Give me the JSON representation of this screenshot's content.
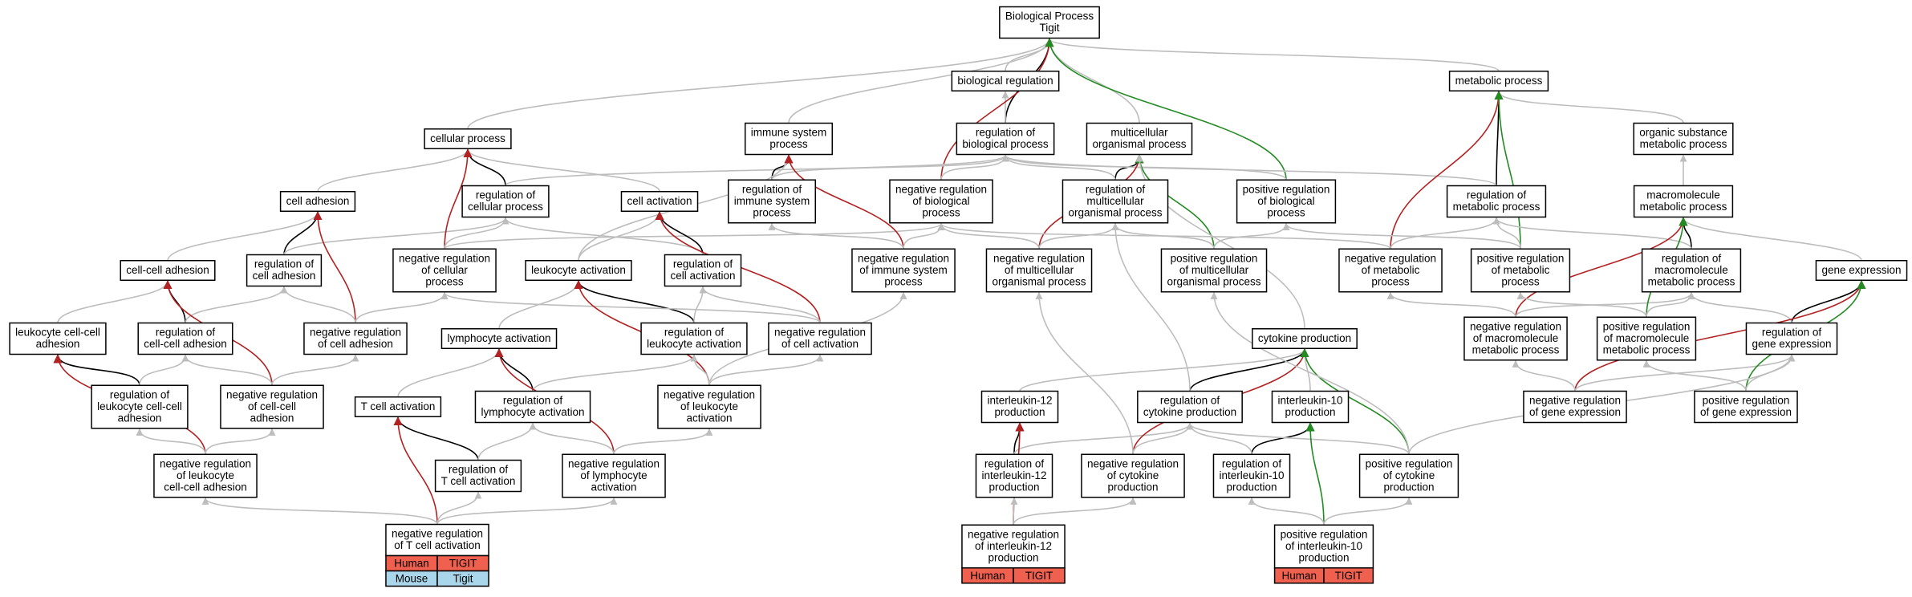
{
  "colors": {
    "is_a": "#bdbdbd",
    "regulates": "#000000",
    "negatively_regulates": "#b22222",
    "positively_regulates": "#228b22",
    "human": "#f0604e",
    "mouse": "#a9d6ea"
  },
  "nodes": {
    "bp": [
      "Biological Process",
      "Tigit"
    ],
    "breg": [
      "biological regulation"
    ],
    "meta": [
      "metabolic process"
    ],
    "cellp": [
      "cellular process"
    ],
    "immune": [
      "immune system",
      "process"
    ],
    "regbp": [
      "regulation of",
      "biological process"
    ],
    "multi": [
      "multicellular",
      "organismal process"
    ],
    "orgsub": [
      "organic substance",
      "metabolic process"
    ],
    "celladh": [
      "cell adhesion"
    ],
    "regcellp": [
      "regulation of",
      "cellular process"
    ],
    "cellact": [
      "cell activation"
    ],
    "regimm": [
      "regulation of",
      "immune system",
      "process"
    ],
    "negregbp": [
      "negative regulation",
      "of biological",
      "process"
    ],
    "regmulti": [
      "regulation of",
      "multicellular",
      "organismal process"
    ],
    "posregbp": [
      "positive regulation",
      "of biological",
      "process"
    ],
    "regmeta": [
      "regulation of",
      "metabolic process"
    ],
    "macro": [
      "macromolecule",
      "metabolic process"
    ],
    "ccadh": [
      "cell-cell adhesion"
    ],
    "regcelladh": [
      "regulation of",
      "cell adhesion"
    ],
    "negregcellp": [
      "negative regulation",
      "of cellular",
      "process"
    ],
    "leukact": [
      "leukocyte activation"
    ],
    "regcellact": [
      "regulation of",
      "cell activation"
    ],
    "negregimm": [
      "negative regulation",
      "of immune system",
      "process"
    ],
    "negregmulti": [
      "negative regulation",
      "of multicellular",
      "organismal process"
    ],
    "posregmulti": [
      "positive regulation",
      "of multicellular",
      "organismal process"
    ],
    "negregmeta": [
      "negative regulation",
      "of metabolic",
      "process"
    ],
    "posregmeta": [
      "positive regulation",
      "of metabolic",
      "process"
    ],
    "regmacro": [
      "regulation of",
      "macromolecule",
      "metabolic process"
    ],
    "geneexp": [
      "gene expression"
    ],
    "leukccadh": [
      "leukocyte cell-cell",
      "adhesion"
    ],
    "regccadh": [
      "regulation of",
      "cell-cell adhesion"
    ],
    "negregcelladh": [
      "negative regulation",
      "of cell adhesion"
    ],
    "lymphact": [
      "lymphocyte activation"
    ],
    "regleukact": [
      "regulation of",
      "leukocyte activation"
    ],
    "negregcellact": [
      "negative regulation",
      "of cell activation"
    ],
    "cytoprod": [
      "cytokine production"
    ],
    "negregmacro": [
      "negative regulation",
      "of macromolecule",
      "metabolic process"
    ],
    "posregmacro": [
      "positive regulation",
      "of macromolecule",
      "metabolic process"
    ],
    "reggeneexp": [
      "regulation of",
      "gene expression"
    ],
    "regleukccadh": [
      "regulation of",
      "leukocyte cell-cell",
      "adhesion"
    ],
    "negregccadh": [
      "negative regulation",
      "of cell-cell",
      "adhesion"
    ],
    "tcellact": [
      "T cell activation"
    ],
    "reglymphact": [
      "regulation of",
      "lymphocyte activation"
    ],
    "negregleukact": [
      "negative regulation",
      "of leukocyte",
      "activation"
    ],
    "il12prod": [
      "interleukin-12",
      "production"
    ],
    "regcytoprod": [
      "regulation of",
      "cytokine production"
    ],
    "il10prod": [
      "interleukin-10",
      "production"
    ],
    "negreggeneexp": [
      "negative regulation",
      "of gene expression"
    ],
    "posreggeneexp": [
      "positive regulation",
      "of gene expression"
    ],
    "negregleukccadh": [
      "negative regulation",
      "of leukocyte",
      "cell-cell adhesion"
    ],
    "regtcellact": [
      "regulation of",
      "T cell activation"
    ],
    "negreglymphact": [
      "negative regulation",
      "of lymphocyte",
      "activation"
    ],
    "regil12": [
      "regulation of",
      "interleukin-12",
      "production"
    ],
    "negregcytoprod": [
      "negative regulation",
      "of cytokine",
      "production"
    ],
    "regil10": [
      "regulation of",
      "interleukin-10",
      "production"
    ],
    "posregcytoprod": [
      "positive regulation",
      "of cytokine",
      "production"
    ],
    "negregtcellact": [
      "negative regulation",
      "of T cell activation"
    ],
    "negregil12": [
      "negative regulation",
      "of interleukin-12",
      "production"
    ],
    "posregil10": [
      "positive regulation",
      "of interleukin-10",
      "production"
    ]
  },
  "annotations": {
    "negregtcellact": [
      [
        "Human",
        "TIGIT"
      ],
      [
        "Mouse",
        "Tigit"
      ]
    ],
    "negregil12": [
      [
        "Human",
        "TIGIT"
      ]
    ],
    "posregil10": [
      [
        "Human",
        "TIGIT"
      ]
    ]
  },
  "edges": [
    [
      "breg",
      "bp",
      "is_a"
    ],
    [
      "meta",
      "bp",
      "is_a"
    ],
    [
      "cellp",
      "bp",
      "is_a"
    ],
    [
      "immune",
      "bp",
      "is_a"
    ],
    [
      "regbp",
      "bp",
      "regulates"
    ],
    [
      "regbp",
      "breg",
      "is_a"
    ],
    [
      "multi",
      "bp",
      "is_a"
    ],
    [
      "negregbp",
      "bp",
      "negatively_regulates"
    ],
    [
      "posregbp",
      "bp",
      "positively_regulates"
    ],
    [
      "orgsub",
      "meta",
      "is_a"
    ],
    [
      "macro",
      "orgsub",
      "is_a"
    ],
    [
      "celladh",
      "cellp",
      "is_a"
    ],
    [
      "regcellp",
      "cellp",
      "regulates"
    ],
    [
      "regcellp",
      "regbp",
      "is_a"
    ],
    [
      "cellact",
      "cellp",
      "is_a"
    ],
    [
      "regimm",
      "immune",
      "regulates"
    ],
    [
      "regimm",
      "regbp",
      "is_a"
    ],
    [
      "negregbp",
      "regbp",
      "is_a"
    ],
    [
      "regmulti",
      "multi",
      "regulates"
    ],
    [
      "regmulti",
      "regbp",
      "is_a"
    ],
    [
      "posregbp",
      "regbp",
      "is_a"
    ],
    [
      "regmeta",
      "meta",
      "regulates"
    ],
    [
      "regmeta",
      "regbp",
      "is_a"
    ],
    [
      "ccadh",
      "celladh",
      "is_a"
    ],
    [
      "regcelladh",
      "celladh",
      "regulates"
    ],
    [
      "regcelladh",
      "regcellp",
      "is_a"
    ],
    [
      "negregcellp",
      "cellp",
      "negatively_regulates"
    ],
    [
      "negregcellp",
      "regcellp",
      "is_a"
    ],
    [
      "negregcellp",
      "negregbp",
      "is_a"
    ],
    [
      "leukact",
      "cellact",
      "is_a"
    ],
    [
      "leukact",
      "immune",
      "is_a"
    ],
    [
      "regcellact",
      "cellact",
      "regulates"
    ],
    [
      "regcellact",
      "regcellp",
      "is_a"
    ],
    [
      "negregimm",
      "immune",
      "negatively_regulates"
    ],
    [
      "negregimm",
      "regimm",
      "is_a"
    ],
    [
      "negregimm",
      "negregbp",
      "is_a"
    ],
    [
      "negregmulti",
      "multi",
      "negatively_regulates"
    ],
    [
      "negregmulti",
      "regmulti",
      "is_a"
    ],
    [
      "negregmulti",
      "negregbp",
      "is_a"
    ],
    [
      "posregmulti",
      "multi",
      "positively_regulates"
    ],
    [
      "posregmulti",
      "regmulti",
      "is_a"
    ],
    [
      "posregmulti",
      "posregbp",
      "is_a"
    ],
    [
      "negregmeta",
      "meta",
      "negatively_regulates"
    ],
    [
      "negregmeta",
      "regmeta",
      "is_a"
    ],
    [
      "negregmeta",
      "negregbp",
      "is_a"
    ],
    [
      "posregmeta",
      "meta",
      "positively_regulates"
    ],
    [
      "posregmeta",
      "regmeta",
      "is_a"
    ],
    [
      "posregmeta",
      "posregbp",
      "is_a"
    ],
    [
      "regmacro",
      "macro",
      "regulates"
    ],
    [
      "regmacro",
      "regmeta",
      "is_a"
    ],
    [
      "geneexp",
      "macro",
      "is_a"
    ],
    [
      "leukccadh",
      "ccadh",
      "is_a"
    ],
    [
      "regccadh",
      "ccadh",
      "regulates"
    ],
    [
      "regccadh",
      "regcelladh",
      "is_a"
    ],
    [
      "negregcelladh",
      "celladh",
      "negatively_regulates"
    ],
    [
      "negregcelladh",
      "regcelladh",
      "is_a"
    ],
    [
      "negregcelladh",
      "negregcellp",
      "is_a"
    ],
    [
      "lymphact",
      "leukact",
      "is_a"
    ],
    [
      "regleukact",
      "leukact",
      "regulates"
    ],
    [
      "regleukact",
      "regcellact",
      "is_a"
    ],
    [
      "negregcellact",
      "cellact",
      "negatively_regulates"
    ],
    [
      "negregcellact",
      "regcellact",
      "is_a"
    ],
    [
      "negregcellact",
      "negregcellp",
      "is_a"
    ],
    [
      "cytoprod",
      "multi",
      "is_a"
    ],
    [
      "negregmacro",
      "macro",
      "negatively_regulates"
    ],
    [
      "negregmacro",
      "regmacro",
      "is_a"
    ],
    [
      "negregmacro",
      "negregmeta",
      "is_a"
    ],
    [
      "posregmacro",
      "macro",
      "positively_regulates"
    ],
    [
      "posregmacro",
      "regmacro",
      "is_a"
    ],
    [
      "posregmacro",
      "posregmeta",
      "is_a"
    ],
    [
      "reggeneexp",
      "geneexp",
      "regulates"
    ],
    [
      "reggeneexp",
      "regmacro",
      "is_a"
    ],
    [
      "regleukccadh",
      "leukccadh",
      "regulates"
    ],
    [
      "regleukccadh",
      "regccadh",
      "is_a"
    ],
    [
      "negregccadh",
      "ccadh",
      "negatively_regulates"
    ],
    [
      "negregccadh",
      "regccadh",
      "is_a"
    ],
    [
      "negregccadh",
      "negregcelladh",
      "is_a"
    ],
    [
      "tcellact",
      "lymphact",
      "is_a"
    ],
    [
      "reglymphact",
      "lymphact",
      "regulates"
    ],
    [
      "reglymphact",
      "regleukact",
      "is_a"
    ],
    [
      "negregleukact",
      "leukact",
      "negatively_regulates"
    ],
    [
      "negregleukact",
      "regleukact",
      "is_a"
    ],
    [
      "negregleukact",
      "negregcellact",
      "is_a"
    ],
    [
      "negregleukact",
      "negregimm",
      "is_a"
    ],
    [
      "il12prod",
      "cytoprod",
      "is_a"
    ],
    [
      "regcytoprod",
      "cytoprod",
      "regulates"
    ],
    [
      "regcytoprod",
      "regmulti",
      "is_a"
    ],
    [
      "il10prod",
      "cytoprod",
      "is_a"
    ],
    [
      "negreggeneexp",
      "geneexp",
      "negatively_regulates"
    ],
    [
      "negreggeneexp",
      "reggeneexp",
      "is_a"
    ],
    [
      "negreggeneexp",
      "negregmacro",
      "is_a"
    ],
    [
      "posreggeneexp",
      "geneexp",
      "positively_regulates"
    ],
    [
      "posreggeneexp",
      "reggeneexp",
      "is_a"
    ],
    [
      "posreggeneexp",
      "posregmacro",
      "is_a"
    ],
    [
      "negregleukccadh",
      "leukccadh",
      "negatively_regulates"
    ],
    [
      "negregleukccadh",
      "regleukccadh",
      "is_a"
    ],
    [
      "negregleukccadh",
      "negregccadh",
      "is_a"
    ],
    [
      "regtcellact",
      "tcellact",
      "regulates"
    ],
    [
      "regtcellact",
      "reglymphact",
      "is_a"
    ],
    [
      "negreglymphact",
      "lymphact",
      "negatively_regulates"
    ],
    [
      "negreglymphact",
      "reglymphact",
      "is_a"
    ],
    [
      "negreglymphact",
      "negregleukact",
      "is_a"
    ],
    [
      "regil12",
      "il12prod",
      "regulates"
    ],
    [
      "regil12",
      "regcytoprod",
      "is_a"
    ],
    [
      "negregcytoprod",
      "cytoprod",
      "negatively_regulates"
    ],
    [
      "negregcytoprod",
      "regcytoprod",
      "is_a"
    ],
    [
      "negregcytoprod",
      "negregmulti",
      "is_a"
    ],
    [
      "regil10",
      "il10prod",
      "regulates"
    ],
    [
      "regil10",
      "regcytoprod",
      "is_a"
    ],
    [
      "posregcytoprod",
      "cytoprod",
      "positively_regulates"
    ],
    [
      "posregcytoprod",
      "regcytoprod",
      "is_a"
    ],
    [
      "posregcytoprod",
      "posregmulti",
      "is_a"
    ],
    [
      "posregcytoprod",
      "reggeneexp",
      "is_a"
    ],
    [
      "negregtcellact",
      "tcellact",
      "negatively_regulates"
    ],
    [
      "negregtcellact",
      "regtcellact",
      "is_a"
    ],
    [
      "negregtcellact",
      "negregleukccadh",
      "is_a"
    ],
    [
      "negregtcellact",
      "negreglymphact",
      "is_a"
    ],
    [
      "negregil12",
      "il12prod",
      "negatively_regulates"
    ],
    [
      "negregil12",
      "regil12",
      "is_a"
    ],
    [
      "negregil12",
      "negregcytoprod",
      "is_a"
    ],
    [
      "posregil10",
      "il10prod",
      "positively_regulates"
    ],
    [
      "posregil10",
      "regil10",
      "is_a"
    ],
    [
      "posregil10",
      "posregcytoprod",
      "is_a"
    ]
  ]
}
